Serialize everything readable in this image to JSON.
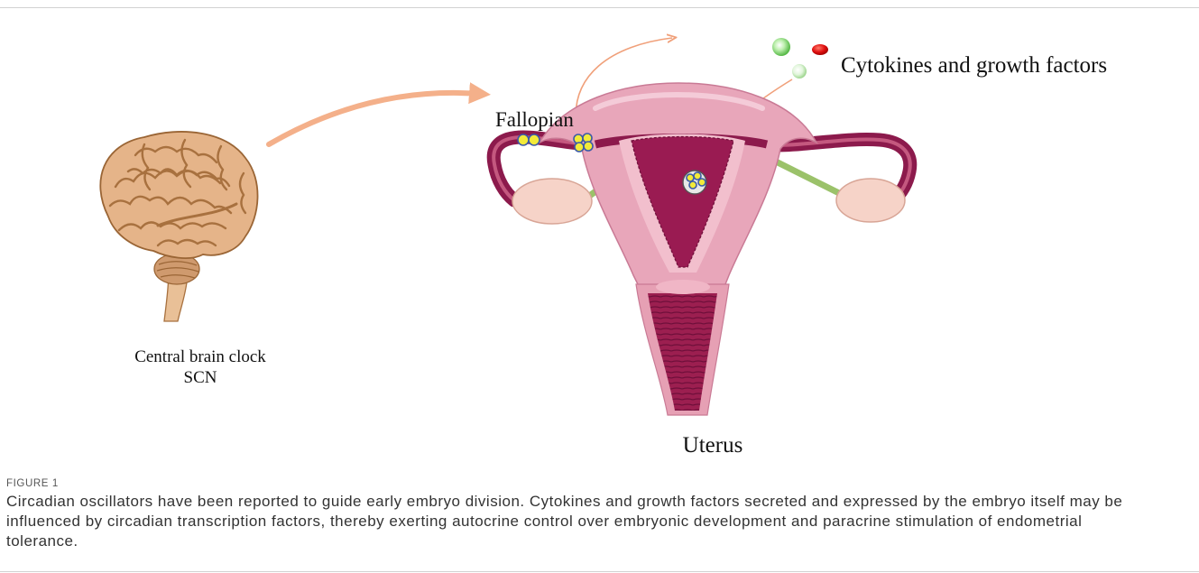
{
  "figure": {
    "brain_label": "Central brain clock",
    "brain_sublabel": "SCN",
    "fallopian_label": "Fallopian",
    "cytokines_label": "Cytokines and growth factors",
    "uterus_label": "Uterus"
  },
  "caption": {
    "label": "FIGURE 1",
    "text": "Circadian oscillators have been reported to guide early embryo division. Cytokines and growth factors secreted and expressed by the embryo itself may be influenced by circadian transcription factors, thereby exerting autocrine control over embryonic development and paracrine stimulation of endometrial tolerance."
  },
  "colors": {
    "arrow": "#f4b08a",
    "brain": "#e5b489",
    "uterus_tissue": "#e8a6ba",
    "uterus_cavity": "#9a1b52",
    "fallopian_tube": "#8c1a4c",
    "ligament": "#9bc26a",
    "caption_label": "#555555",
    "caption_text": "#333333"
  }
}
